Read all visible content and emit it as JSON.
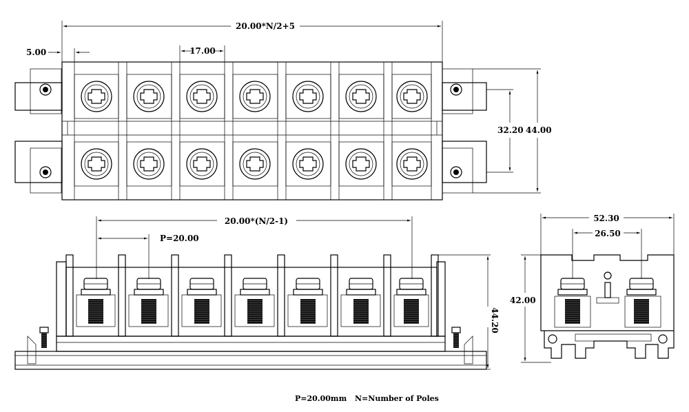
{
  "dimensions": {
    "top_width": "20.00*N/2+5",
    "offset": "5.00",
    "spacing": "17.00",
    "inner_height": "32.20",
    "outer_height": "44.00",
    "front_span": "20.00*(N/2-1)",
    "pitch": "P=20.00",
    "front_height": "44.20",
    "side_width": "52.30",
    "side_inner": "26.50",
    "side_height": "42.00"
  },
  "footnote": {
    "pitch_note": "P=20.00mm",
    "poles_note": "N=Number of Poles"
  },
  "views": {
    "top_poles": 7,
    "rows": 2,
    "front_poles": 7,
    "side_poles": 2
  }
}
